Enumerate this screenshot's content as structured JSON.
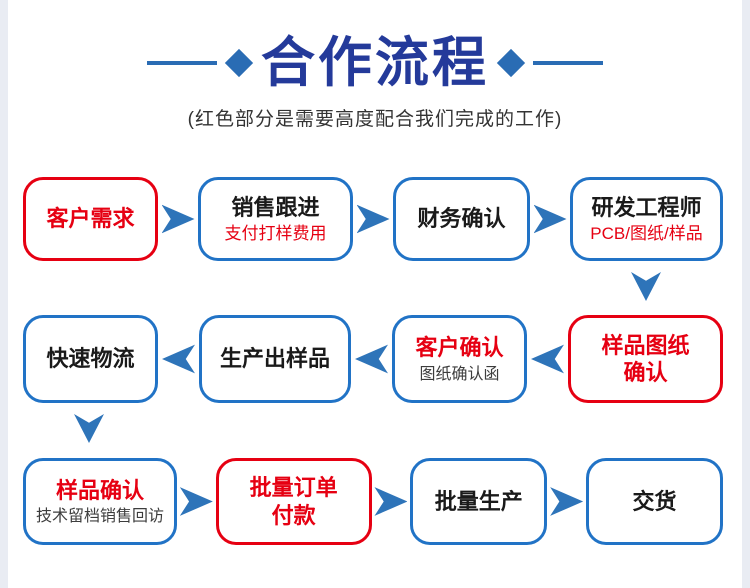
{
  "header": {
    "title": "合作流程",
    "subtitle": "(红色部分是需要高度配合我们完成的工作)"
  },
  "colors": {
    "title_blue": "#243a9a",
    "deco_blue": "#2a6cb4",
    "box_blue": "#2173c6",
    "red": "#e60012",
    "arrow_blue": "#2e74b9"
  },
  "flow": {
    "rows": [
      {
        "direction": "left-to-right",
        "steps": [
          {
            "title": "客户需求",
            "border": "red"
          },
          {
            "title": "销售跟进",
            "subtitle": "支付打样费用",
            "border": "blue"
          },
          {
            "title": "财务确认",
            "border": "blue"
          },
          {
            "title": "研发工程师",
            "subtitle": "PCB/图纸/样品",
            "border": "blue"
          }
        ]
      },
      {
        "direction": "right-to-left",
        "steps": [
          {
            "title": "快速物流",
            "border": "blue"
          },
          {
            "title": "生产出样品",
            "border": "blue"
          },
          {
            "title": "客户确认",
            "subtitle": "图纸确认函",
            "border": "blue"
          },
          {
            "title": "样品图纸\n确认",
            "border": "red"
          }
        ]
      },
      {
        "direction": "left-to-right",
        "steps": [
          {
            "title": "样品确认",
            "subtitle": "技术留档销售回访",
            "border": "blue"
          },
          {
            "title": "批量订单\n付款",
            "border": "red"
          },
          {
            "title": "批量生产",
            "border": "blue"
          },
          {
            "title": "交货",
            "border": "blue"
          }
        ]
      }
    ]
  }
}
